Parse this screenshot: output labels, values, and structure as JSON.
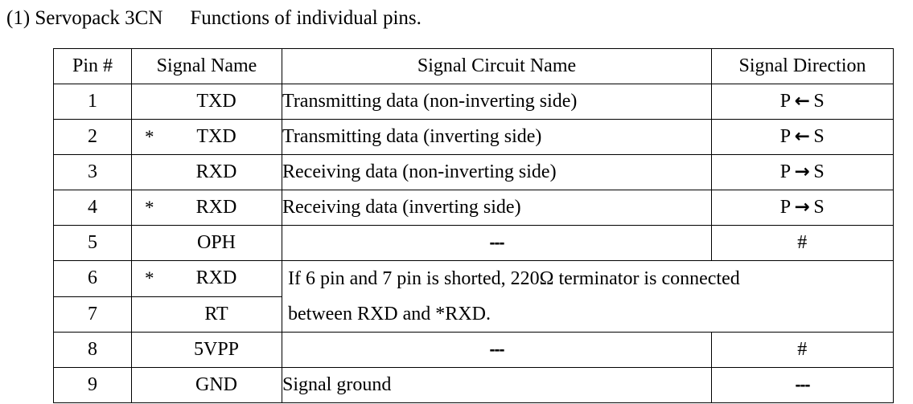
{
  "caption": {
    "number": "(1)",
    "device": "Servopack 3CN",
    "description": "Functions of individual pins."
  },
  "table": {
    "headers": [
      "Pin #",
      "Signal Name",
      "Signal Circuit Name",
      "Signal Direction"
    ],
    "rows": [
      {
        "pin": "1",
        "star": "",
        "signal_name": "TXD",
        "circuit_name": "Transmitting data (non-inverting side)",
        "direction_from": "P",
        "direction_arrow": "←",
        "direction_to": "S"
      },
      {
        "pin": "2",
        "star": "*",
        "signal_name": "TXD",
        "circuit_name": "Transmitting data (inverting side)",
        "direction_from": "P",
        "direction_arrow": "←",
        "direction_to": "S"
      },
      {
        "pin": "3",
        "star": "",
        "signal_name": "RXD",
        "circuit_name": "Receiving data (non-inverting side)",
        "direction_from": "P",
        "direction_arrow": "→",
        "direction_to": "S"
      },
      {
        "pin": "4",
        "star": "*",
        "signal_name": "RXD",
        "circuit_name": "Receiving data (inverting side)",
        "direction_from": "P",
        "direction_arrow": "→",
        "direction_to": "S"
      },
      {
        "pin": "5",
        "star": "",
        "signal_name": "OPH",
        "circuit_name": "---",
        "direction": "#"
      },
      {
        "pin": "6",
        "star": "*",
        "signal_name": "RXD",
        "merged_note_line1": "If 6 pin and 7 pin is shorted, 220Ω terminator is connected",
        "merged_note_line2": "between RXD and *RXD."
      },
      {
        "pin": "7",
        "star": "",
        "signal_name": "RT"
      },
      {
        "pin": "8",
        "star": "",
        "signal_name": "5VPP",
        "circuit_name": "---",
        "direction": "#"
      },
      {
        "pin": "9",
        "star": "",
        "signal_name": "GND",
        "circuit_name": "Signal ground",
        "direction": "---"
      }
    ]
  },
  "colors": {
    "text": "#000000",
    "border": "#000000",
    "background": "#ffffff"
  }
}
